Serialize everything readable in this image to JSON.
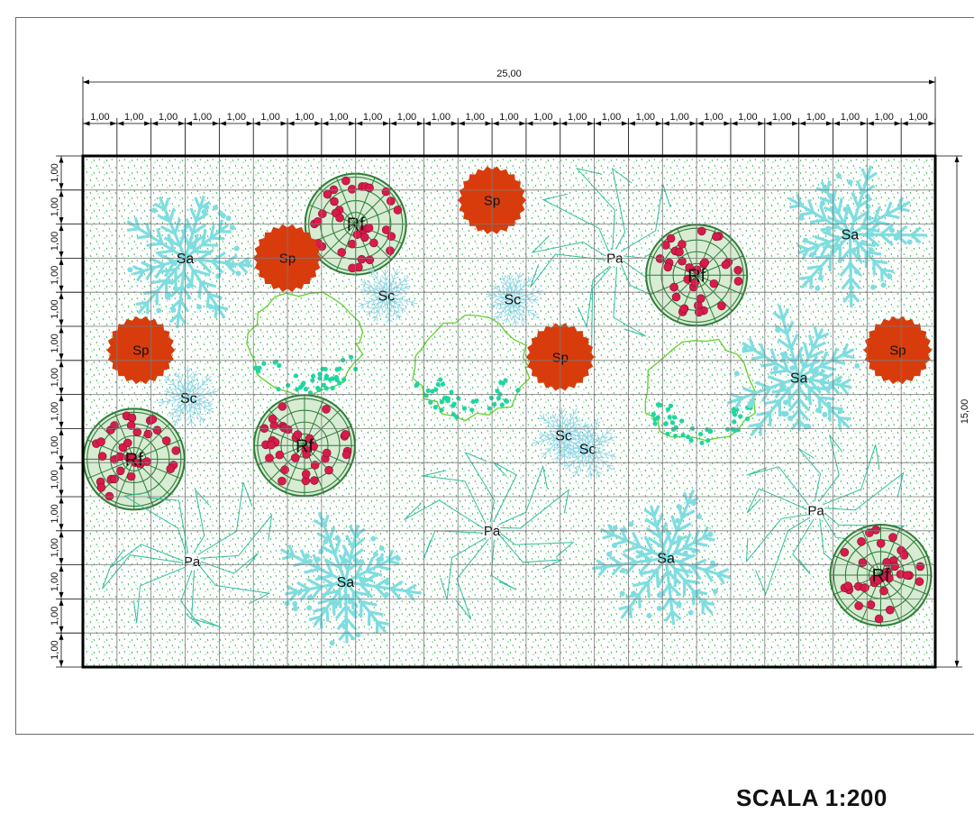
{
  "drawing": {
    "scale_label": "SCALA 1:200",
    "overall_width_label": "25,00",
    "overall_height_label": "15,00",
    "module_label": "1,00",
    "columns": 25,
    "rows": 15
  },
  "colors": {
    "grass_dots": "#3fb34f",
    "salvia": "#7fdde0",
    "sc_shrub": "#8fd6e6",
    "pa_grass": "#2fbf9a",
    "rose": "#d81b4a",
    "rose_leaf": "#2f7d3a",
    "sp_shrub": "#d83c0c",
    "bed_outline": "#5fd22a",
    "bed_dots": "#1fd6a0",
    "grid": "#7a7a7a",
    "frame": "#000000"
  },
  "legend_codes": [
    "Sp",
    "Rf",
    "Sa",
    "Sc",
    "Pa"
  ],
  "plants": [
    {
      "code": "Rf",
      "kind": "rose",
      "col": 8.0,
      "row": 2.0
    },
    {
      "code": "Sp",
      "kind": "sp",
      "col": 12.0,
      "row": 1.3
    },
    {
      "code": "Sa",
      "kind": "salvia",
      "col": 3.0,
      "row": 3.0
    },
    {
      "code": "Sp",
      "kind": "sp",
      "col": 6.0,
      "row": 3.0
    },
    {
      "code": "Sc",
      "kind": "sc",
      "col": 8.9,
      "row": 4.1
    },
    {
      "code": "Sc",
      "kind": "sc",
      "col": 12.6,
      "row": 4.2
    },
    {
      "code": "Pa",
      "kind": "pa",
      "col": 15.6,
      "row": 3.0
    },
    {
      "code": "Rf",
      "kind": "rose",
      "col": 18.0,
      "row": 3.5
    },
    {
      "code": "Sa",
      "kind": "salvia",
      "col": 22.5,
      "row": 2.3
    },
    {
      "code": "Sp",
      "kind": "sp",
      "col": 1.7,
      "row": 5.7
    },
    {
      "code": "Sc",
      "kind": "sc",
      "col": 3.1,
      "row": 7.1
    },
    {
      "code": "Sp",
      "kind": "sp",
      "col": 14.0,
      "row": 5.9
    },
    {
      "code": "Sp",
      "kind": "sp",
      "col": 23.9,
      "row": 5.7
    },
    {
      "code": "Sa",
      "kind": "salvia",
      "col": 21.0,
      "row": 6.5
    },
    {
      "code": "Rf",
      "kind": "rose",
      "col": 1.5,
      "row": 8.9
    },
    {
      "code": "Rf",
      "kind": "rose",
      "col": 6.5,
      "row": 8.5
    },
    {
      "code": "Sc",
      "kind": "sc",
      "col": 14.1,
      "row": 8.2
    },
    {
      "code": "Sc",
      "kind": "sc",
      "col": 14.8,
      "row": 8.6
    },
    {
      "code": "Pa",
      "kind": "pa",
      "col": 21.5,
      "row": 10.4
    },
    {
      "code": "Pa",
      "kind": "pa",
      "col": 12.0,
      "row": 11.0
    },
    {
      "code": "Pa",
      "kind": "pa",
      "col": 3.2,
      "row": 11.9
    },
    {
      "code": "Sa",
      "kind": "salvia",
      "col": 7.7,
      "row": 12.5
    },
    {
      "code": "Sa",
      "kind": "salvia",
      "col": 17.1,
      "row": 11.8
    },
    {
      "code": "Rf",
      "kind": "rose",
      "col": 23.4,
      "row": 12.3
    }
  ],
  "beds": [
    {
      "col": 6.5,
      "row": 5.5
    },
    {
      "col": 11.4,
      "row": 6.2
    },
    {
      "col": 18.1,
      "row": 6.9
    }
  ]
}
